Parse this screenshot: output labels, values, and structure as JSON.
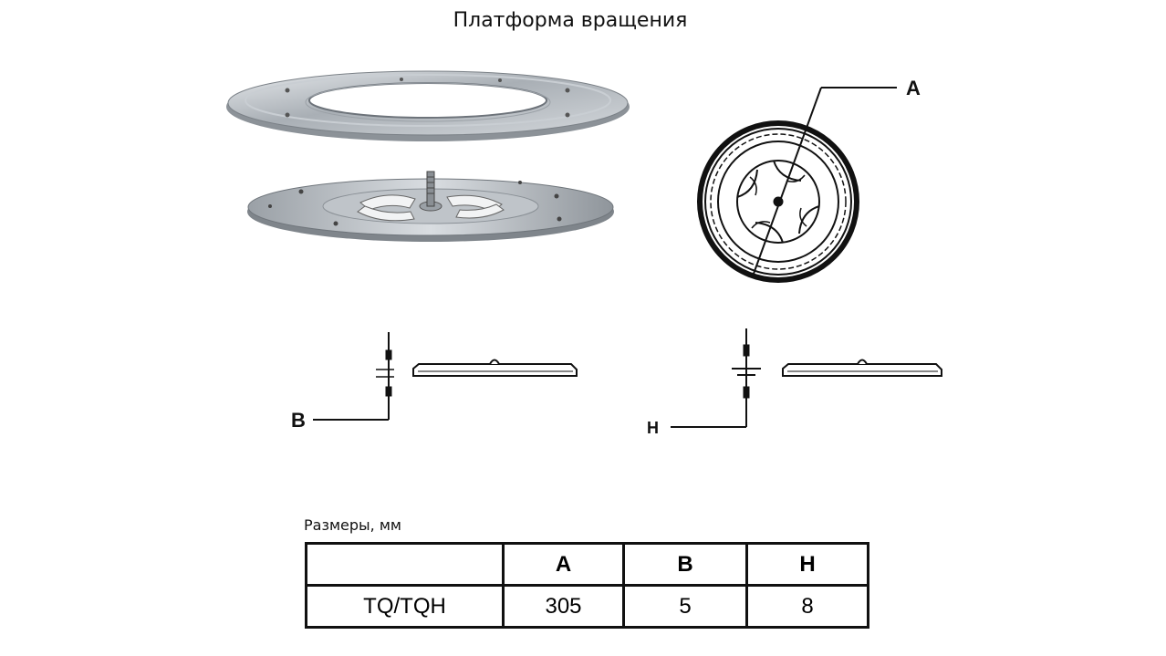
{
  "title": "Платформа вращения",
  "labels": {
    "a": "A",
    "b": "B",
    "h": "H"
  },
  "caption": "Размеры, мм",
  "table": {
    "headers": [
      "",
      "A",
      "B",
      "H"
    ],
    "rows": [
      [
        "TQ/TQH",
        "305",
        "5",
        "8"
      ]
    ]
  }
}
